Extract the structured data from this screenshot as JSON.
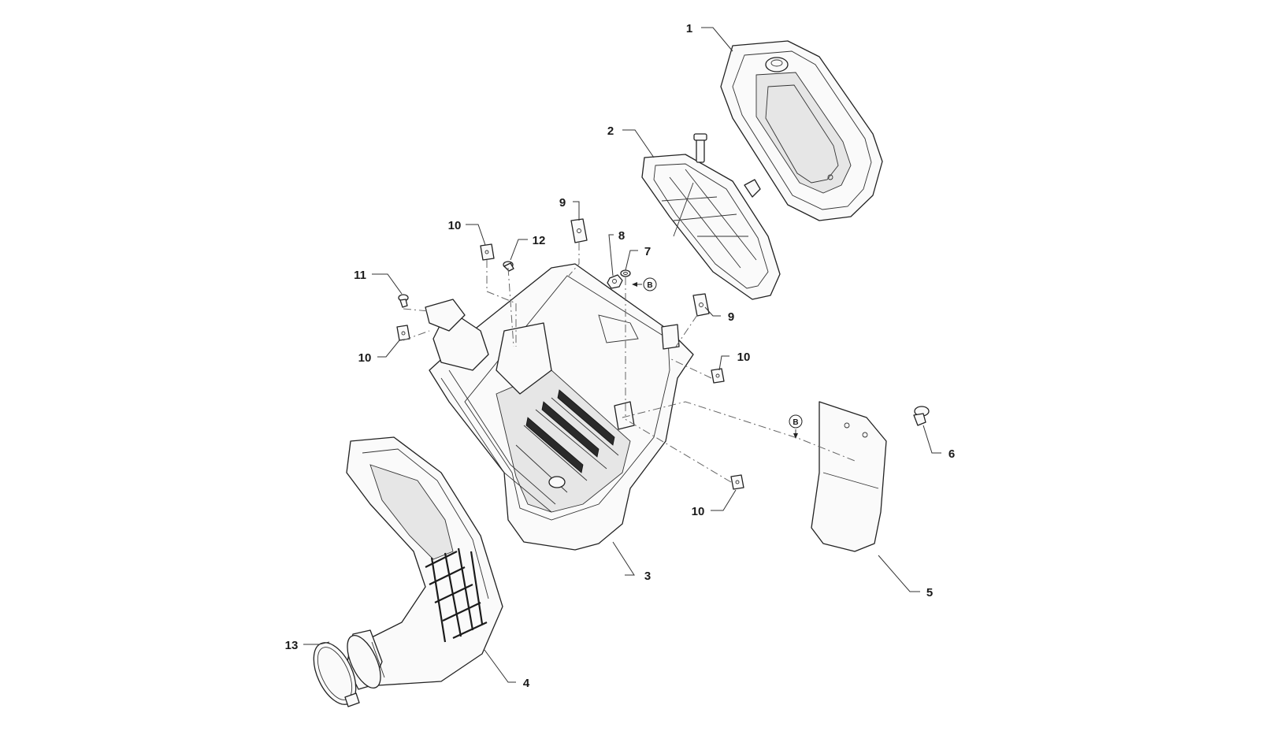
{
  "callouts": [
    {
      "id": "c1",
      "label": "1"
    },
    {
      "id": "c2",
      "label": "2"
    },
    {
      "id": "c3",
      "label": "3"
    },
    {
      "id": "c4",
      "label": "4"
    },
    {
      "id": "c5",
      "label": "5"
    },
    {
      "id": "c6",
      "label": "6"
    },
    {
      "id": "c7",
      "label": "7"
    },
    {
      "id": "c8",
      "label": "8"
    },
    {
      "id": "c9a",
      "label": "9"
    },
    {
      "id": "c9b",
      "label": "9"
    },
    {
      "id": "c10a",
      "label": "10"
    },
    {
      "id": "c10b",
      "label": "10"
    },
    {
      "id": "c10c",
      "label": "10"
    },
    {
      "id": "c10d",
      "label": "10"
    },
    {
      "id": "c11",
      "label": "11"
    },
    {
      "id": "c12",
      "label": "12"
    },
    {
      "id": "c13",
      "label": "13"
    }
  ],
  "references": [
    {
      "id": "refB1",
      "label": "B"
    },
    {
      "id": "refB2",
      "label": "B"
    }
  ],
  "parts": [
    {
      "number": "1",
      "name": "air-filter-element"
    },
    {
      "number": "2",
      "name": "filter-support-cage"
    },
    {
      "number": "3",
      "name": "air-box-housing"
    },
    {
      "number": "4",
      "name": "intake-duct"
    },
    {
      "number": "5",
      "name": "splash-guard-flap"
    },
    {
      "number": "6",
      "name": "screw"
    },
    {
      "number": "7",
      "name": "washer"
    },
    {
      "number": "8",
      "name": "nut"
    },
    {
      "number": "9",
      "name": "clip-nut"
    },
    {
      "number": "10",
      "name": "clip-nut"
    },
    {
      "number": "11",
      "name": "screw"
    },
    {
      "number": "12",
      "name": "screw"
    },
    {
      "number": "13",
      "name": "hose-clamp"
    }
  ]
}
